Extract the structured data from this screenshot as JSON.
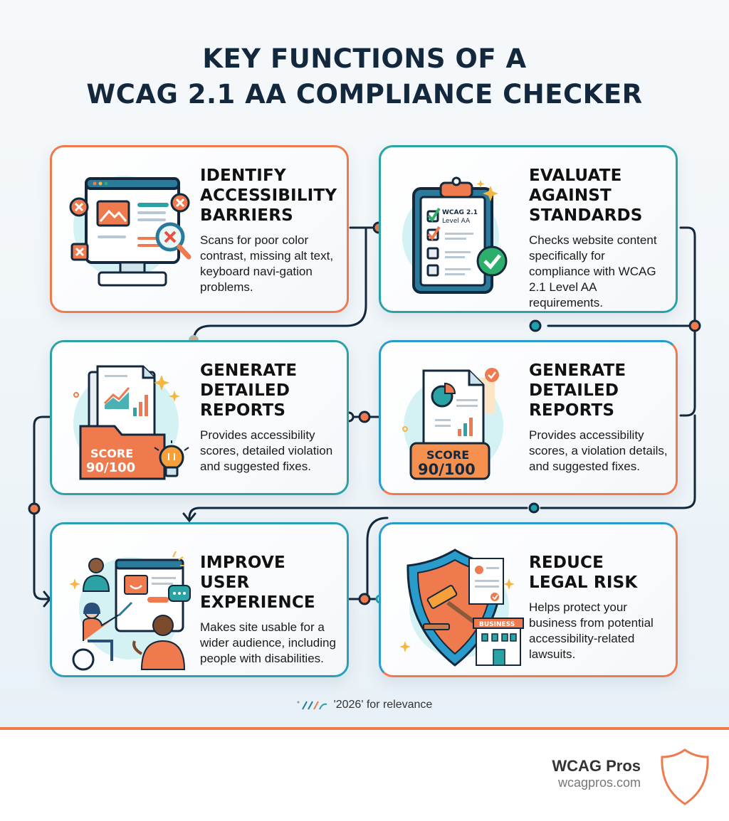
{
  "title": {
    "line1": "KEY FUNCTIONS OF A",
    "line2": "WCAG 2.1 AA COMPLIANCE CHECKER"
  },
  "colors": {
    "navy": "#13283d",
    "orange": "#ee7a4d",
    "teal": "#2ba3a5",
    "blue": "#2a9ccc",
    "green_check": "#2eae6b",
    "light_circle": "#d4f2f3"
  },
  "cards": [
    {
      "id": "identify",
      "title_lines": [
        "IDENTIFY",
        "ACCESSIBILITY",
        "BARRIERS"
      ],
      "description": "Scans for poor color contrast, missing alt text, keyboard navi-gation problems.",
      "icon": "monitor-with-errors-magnifier-icon",
      "border": "orange"
    },
    {
      "id": "evaluate",
      "title_lines": [
        "EVALUATE",
        "AGAINST",
        "STANDARDS"
      ],
      "description": "Checks website content specifically for compliance with WCAG 2.1 Level AA requirements.",
      "icon": "clipboard-checklist-icon",
      "icon_label_line1": "WCAG 2.1",
      "icon_label_line2": "Level AA",
      "border": "teal"
    },
    {
      "id": "reports-left",
      "title_lines": [
        "GENERATE",
        "DETAILED",
        "REPORTS"
      ],
      "description": "Provides accessibility scores, detailed violation  and suggested fixes.",
      "icon": "folder-report-lightbulb-icon",
      "score_label": "SCORE",
      "score_value": "90/100",
      "border": "teal"
    },
    {
      "id": "reports-right",
      "title_lines": [
        "GENERATE",
        "DETAILED",
        "REPORTS"
      ],
      "description": "Provides accessibility scores, a violation details, and suggested fixes.",
      "icon": "report-document-score-icon",
      "score_label": "SCORE",
      "score_value": "90/100",
      "border": "blue-orange"
    },
    {
      "id": "ux",
      "title_lines": [
        "IMPROVE USER",
        "EXPERIENCE"
      ],
      "description": "Makes site usable for a wider audience, including people with disabilities.",
      "icon": "diverse-users-website-icon",
      "border": "teal-blue"
    },
    {
      "id": "legal",
      "title_lines": [
        "REDUCE",
        "LEGAL RISK"
      ],
      "description": "Helps protect your business from potential accessibility-related lawsuits.",
      "icon": "shield-gavel-business-icon",
      "building_label": "BUSINESS",
      "border": "blue-orange"
    }
  ],
  "caption": "'2026' for relevance",
  "footer": {
    "brand_name": "WCAG Pros",
    "brand_url": "wcagpros.com",
    "logo_icon": "shield-outline-icon"
  }
}
